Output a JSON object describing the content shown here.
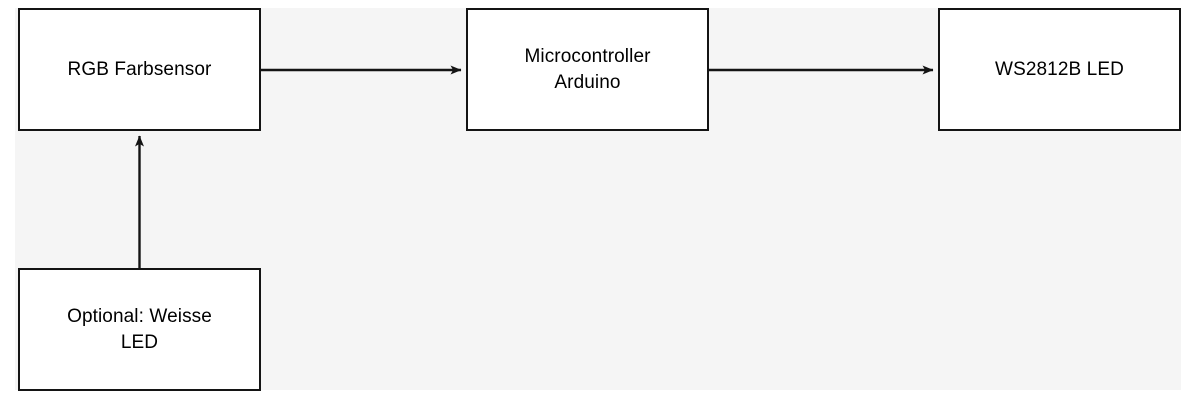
{
  "diagram": {
    "type": "flowchart",
    "background_color": "#f5f5f5",
    "page_color": "#ffffff",
    "node_fill": "#ffffff",
    "node_border_color": "#141414",
    "edge_color": "#141414",
    "nodes": [
      {
        "id": "sensor",
        "label": "RGB Farbsensor"
      },
      {
        "id": "mcu",
        "label": "Microcontroller\nArduino"
      },
      {
        "id": "led",
        "label": "WS2812B LED"
      },
      {
        "id": "white_led",
        "label": "Optional: Weisse\nLED"
      }
    ],
    "edges": [
      {
        "id": "sensor-to-mcu",
        "from": "sensor",
        "to": "mcu",
        "label": "",
        "direction": "right"
      },
      {
        "id": "mcu-to-led",
        "from": "mcu",
        "to": "led",
        "label": "",
        "direction": "right"
      },
      {
        "id": "white-led-to-sensor",
        "from": "white_led",
        "to": "sensor",
        "label": "",
        "direction": "up"
      }
    ]
  }
}
